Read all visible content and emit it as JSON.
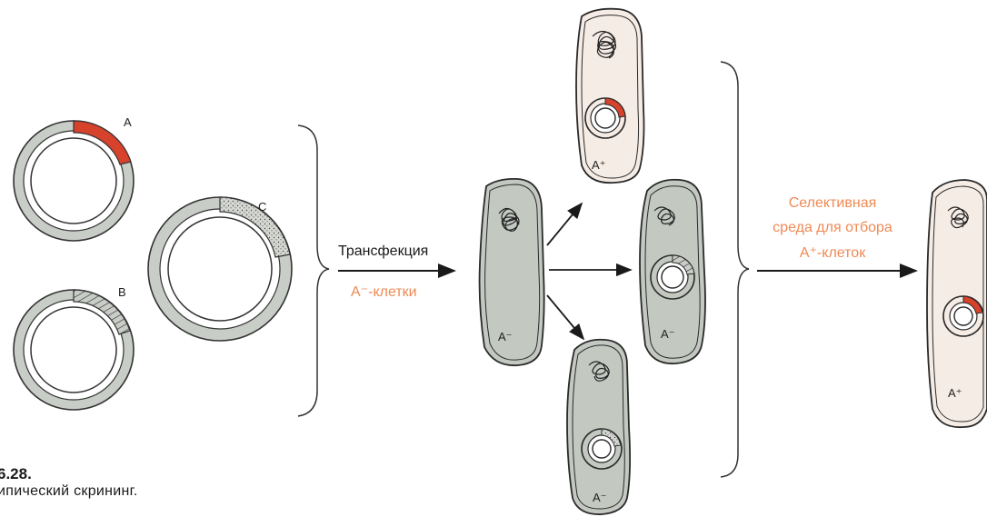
{
  "colors": {
    "plasmid_fill": "#c9cdc7",
    "cell_fill": "#c3c8c1",
    "cell_pale": "#f6ece6",
    "gene_red": "#d6422c",
    "label_orange": "#ee8a55",
    "ink": "#2a2a2a"
  },
  "plasmids": {
    "a_label": "A",
    "b_label": "B",
    "c_label": "C"
  },
  "step1": {
    "label": "Трансфекция",
    "sublabel": "А⁻-клетки"
  },
  "step2": {
    "line1": "Селективная",
    "line2": "среда для отбора",
    "line3": "А⁺-клеток"
  },
  "cells": {
    "center_label": "A⁻",
    "top_label": "A⁺",
    "middle_label": "A⁻",
    "bottom_label": "A⁻",
    "final_label": "A⁺"
  },
  "caption": {
    "number": "6.28.",
    "text": "ипический скрининг."
  }
}
